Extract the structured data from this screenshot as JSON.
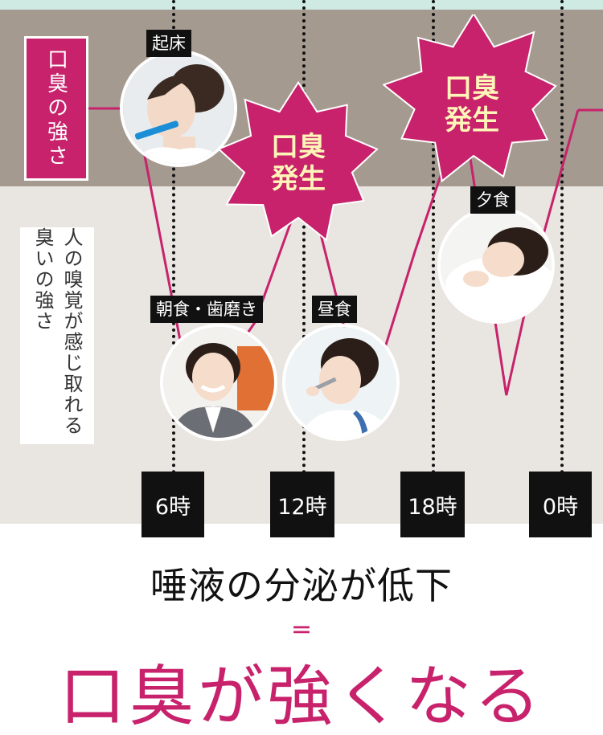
{
  "legend": {
    "intensity_label": "口臭の強さ",
    "perception_label": "人の嗅覚が感じ取れる臭いの強さ"
  },
  "events": {
    "wake": "起床",
    "breakfast": "朝食・歯磨き",
    "lunch": "昼食",
    "dinner": "夕食"
  },
  "bursts": [
    {
      "text": "口臭\n発生"
    },
    {
      "text": "口臭\n発生"
    }
  ],
  "captions": {
    "line1": "唾液の分泌が低下",
    "equals": "＝",
    "line2": "口臭が強くなる"
  },
  "colors": {
    "accent": "#c7226b",
    "burst_text": "#fff5b8",
    "band_dark": "#a49a90",
    "band_light": "#e9e5e1",
    "band_top": "#cfe9e3",
    "label_bg": "#111111"
  },
  "chart_data": {
    "type": "line",
    "title": "",
    "xlabel": "",
    "ylabel": "口臭の強さ",
    "x_ticks": [
      "6時",
      "12時",
      "18時",
      "0時"
    ],
    "xlim": [
      "3時",
      "1時"
    ],
    "threshold_label": "人の嗅覚が感じ取れる臭いの強さ",
    "series": [
      {
        "name": "",
        "x": [
          4.3,
          7.0,
          9.8,
          12.2,
          14.9,
          17.2,
          19.4,
          21.4,
          22.8,
          24.7
        ],
        "y": [
          8.8,
          1.2,
          3.4,
          7.0,
          1.2,
          5.2,
          8.7,
          1.6,
          5.0,
          8.7
        ]
      }
    ],
    "ylim": [
      0,
      10
    ],
    "annotations": [
      {
        "text": "口臭発生",
        "x": 12.0,
        "y": 7.0
      },
      {
        "text": "口臭発生",
        "x": 19.2,
        "y": 8.7
      }
    ]
  }
}
